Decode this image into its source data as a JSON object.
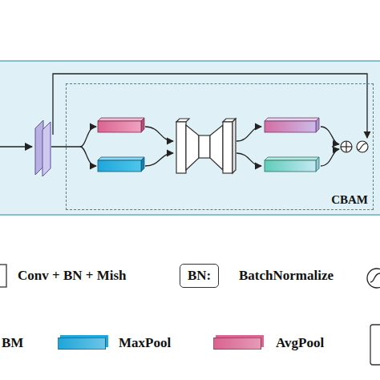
{
  "diagram": {
    "nodes": [
      {
        "text": [
          "CBAM"
        ]
      },
      {
        "text": [
          "BN:"
        ]
      }
    ],
    "labels": [
      "BatchNormalize"
    ],
    "legend": [
      {
        "text": "Conv + BN + Mish"
      },
      {
        "text": "BM"
      },
      {
        "text": "MaxPool",
        "color": "#1fa6da"
      },
      {
        "text": "AvgPool",
        "color": "#d9648f"
      }
    ]
  }
}
